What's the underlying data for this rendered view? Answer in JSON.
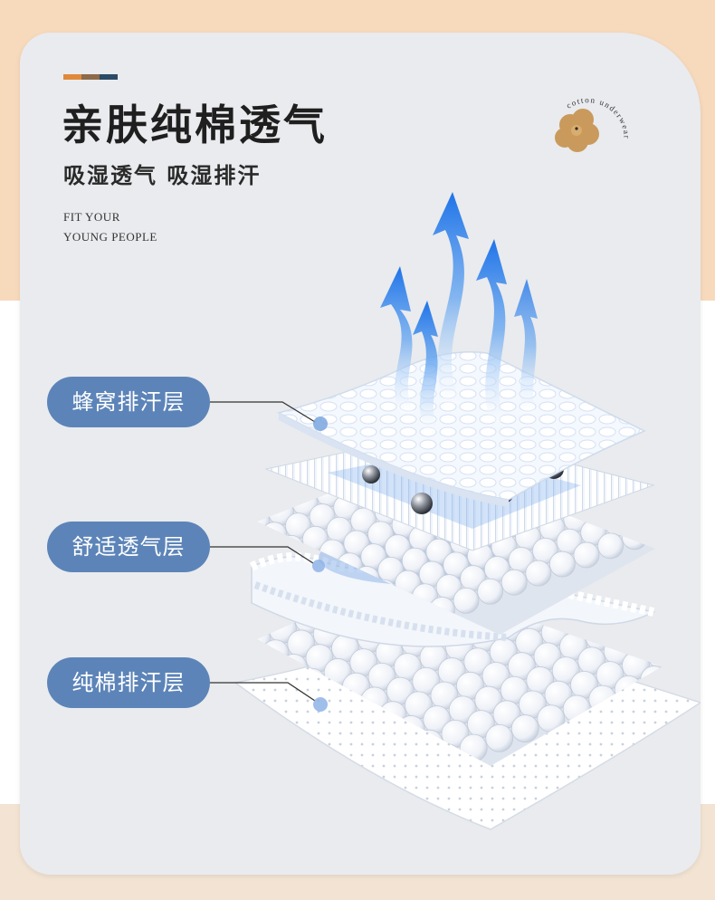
{
  "header": {
    "title": "亲肤纯棉透气",
    "subtitle": "吸湿透气 吸湿排汗",
    "slogan_line1": "FIT YOUR",
    "slogan_line2": "YOUNG PEOPLE"
  },
  "logo": {
    "text": "cotton underwear",
    "icon": "cotton-flower-icon"
  },
  "layers": [
    {
      "label": "蜂窝排汗层"
    },
    {
      "label": "舒适透气层"
    },
    {
      "label": "纯棉排汗层"
    }
  ],
  "colors": {
    "accent_orange": "#e0893a",
    "accent_brown": "#8d6a4a",
    "accent_navy": "#2c4a66",
    "label_pill": "#5c84b8",
    "card": "#e9ebee",
    "steam_blue": "#2f7fe0"
  }
}
